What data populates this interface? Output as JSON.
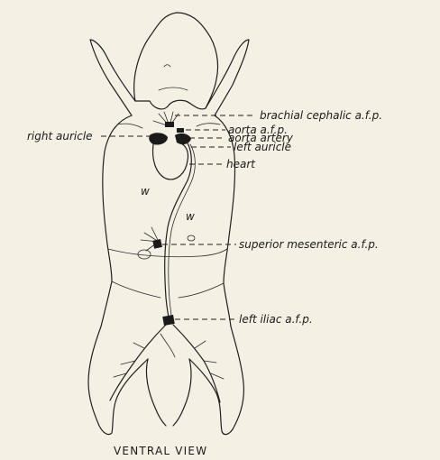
{
  "labels": {
    "brachial_cephalic": "brachial cephalic a.f.p.",
    "aorta_afp": "aorta a.f.p.",
    "aorta_artery": "aorta artery",
    "left_auricle": "left auricle",
    "right_auricle": "right auricle",
    "heart": "heart",
    "superior_mesenteric": "superior mesenteric a.f.p.",
    "left_iliac": "left iliac a.f.p."
  },
  "organ_marks": {
    "left": "w",
    "right": "w"
  },
  "caption": "VENTRAL VIEW"
}
